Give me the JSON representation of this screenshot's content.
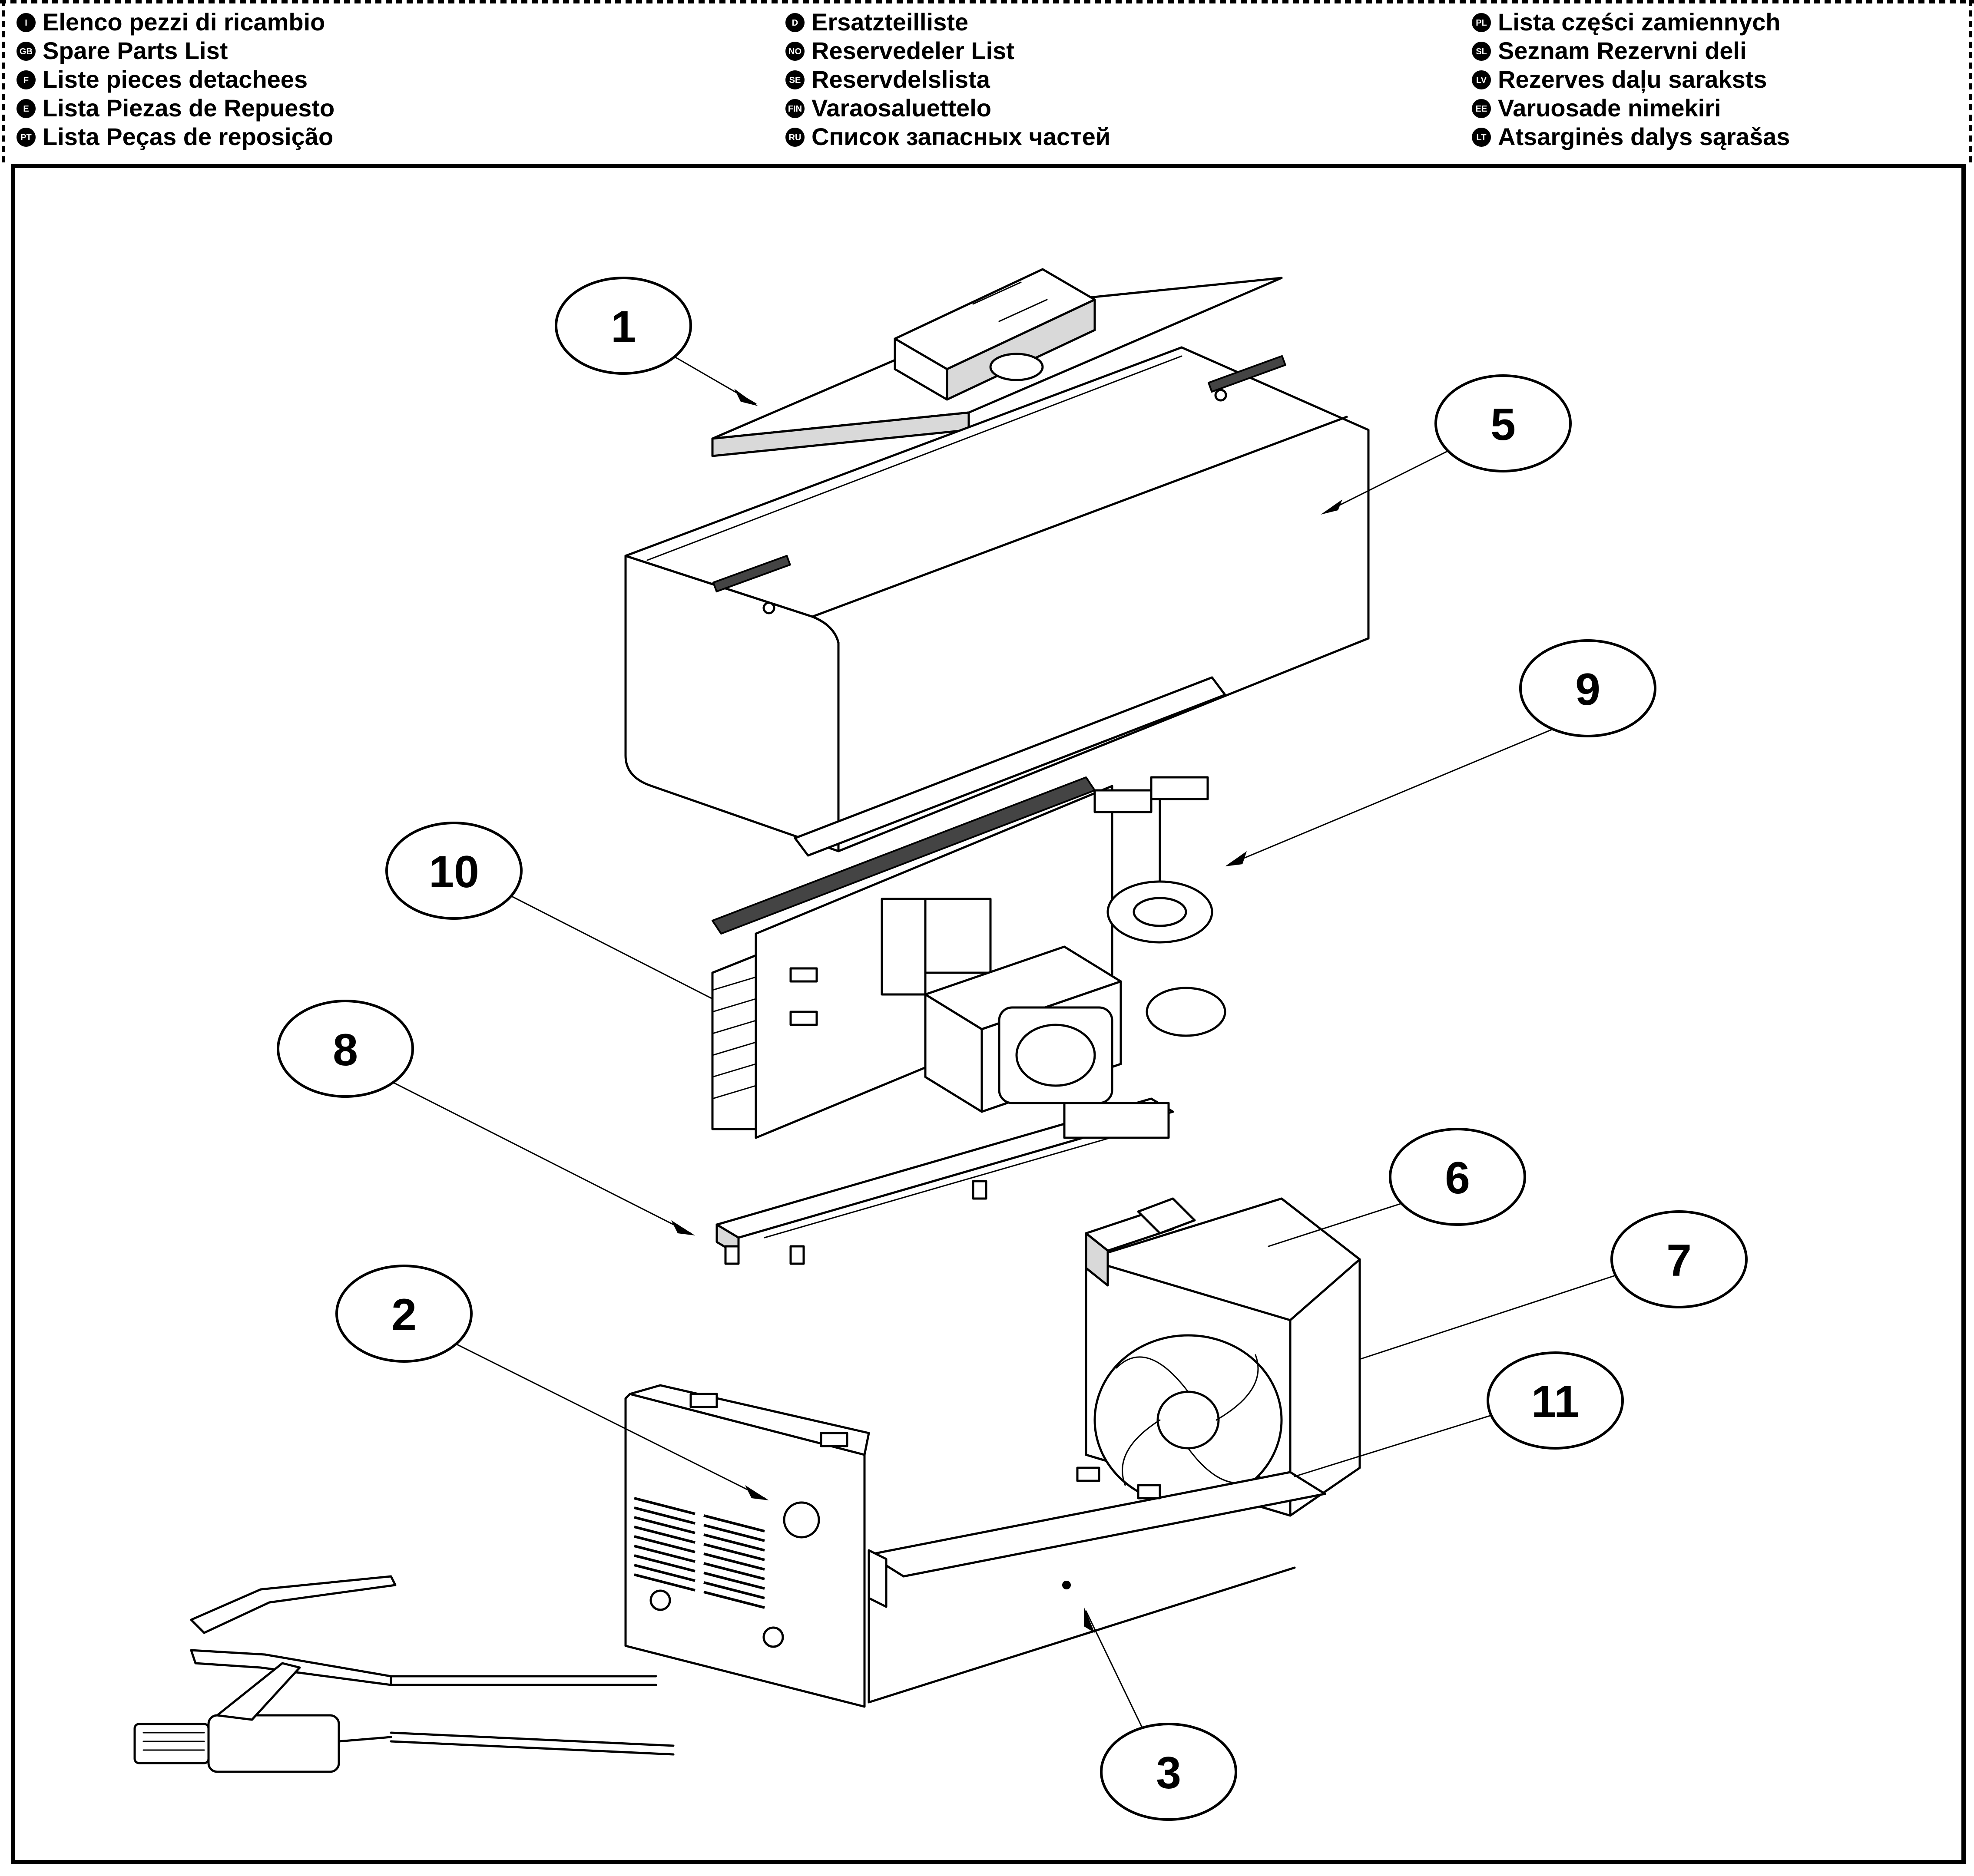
{
  "languages": [
    {
      "code": "I",
      "label": "Elenco pezzi di ricambio"
    },
    {
      "code": "GB",
      "label": "Spare Parts List"
    },
    {
      "code": "F",
      "label": "Liste pieces detachees"
    },
    {
      "code": "E",
      "label": "Lista Piezas de Repuesto"
    },
    {
      "code": "PT",
      "label": "Lista Peças de reposição"
    },
    {
      "code": "D",
      "label": "Ersatzteilliste"
    },
    {
      "code": "NO",
      "label": "Reservedeler List"
    },
    {
      "code": "SE",
      "label": "Reservdelslista"
    },
    {
      "code": "FIN",
      "label": "Varaosaluettelo"
    },
    {
      "code": "RU",
      "label": "Список запасных частей"
    },
    {
      "code": "PL",
      "label": "Lista części zamiennych"
    },
    {
      "code": "SL",
      "label": "Seznam Rezervni deli"
    },
    {
      "code": "LV",
      "label": "Rezerves daļu saraksts"
    },
    {
      "code": "EE",
      "label": "Varuosade nimekiri"
    },
    {
      "code": "LT",
      "label": "Atsarginės dalys sąrašas"
    }
  ],
  "callouts": [
    {
      "number": "1",
      "part": "top-cover-panel"
    },
    {
      "number": "2",
      "part": "front-panel"
    },
    {
      "number": "3",
      "part": "base-chassis"
    },
    {
      "number": "5",
      "part": "housing-cover"
    },
    {
      "number": "6",
      "part": "fan"
    },
    {
      "number": "7",
      "part": "rear-panel"
    },
    {
      "number": "8",
      "part": "mounting-plate"
    },
    {
      "number": "9",
      "part": "cable-grommet"
    },
    {
      "number": "10",
      "part": "circuit-board"
    },
    {
      "number": "11",
      "part": "bottom-plate"
    }
  ],
  "icons": [
    "language-badge-icon",
    "earth-clamp-icon",
    "electrode-holder-icon",
    "fan-icon"
  ]
}
